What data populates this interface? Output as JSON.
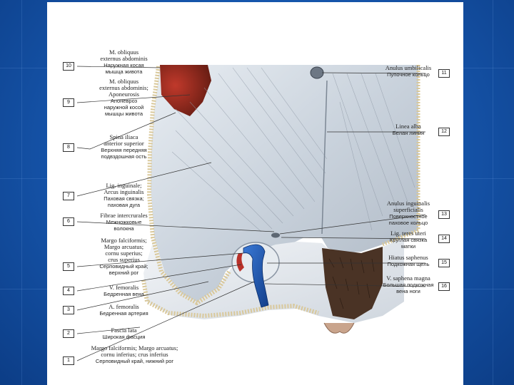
{
  "labels": [
    {
      "num": "10",
      "latin": [
        "M. obliquus",
        "externus abdominis"
      ],
      "russian": [
        "Наружная косая",
        "мышца живота"
      ]
    },
    {
      "num": "9",
      "latin": [
        "M. obliquus",
        "externus abdominis;",
        "Aponeurosis"
      ],
      "russian": [
        "Апоневроз",
        "наружной косой",
        "мышцы живота"
      ]
    },
    {
      "num": "8",
      "latin": [
        "Spina iliaca",
        "anterior superior"
      ],
      "russian": [
        "Верхняя передняя",
        "подвздошная ость"
      ]
    },
    {
      "num": "7",
      "latin": [
        "Lig. inguinale;",
        "Arcus inguinalis"
      ],
      "russian": [
        "Паховая связка;",
        "паховая дуга"
      ]
    },
    {
      "num": "6",
      "latin": [
        "Fibrae intercrurales"
      ],
      "russian": [
        "Межножковые",
        "волокна"
      ]
    },
    {
      "num": "5",
      "latin": [
        "Margo falciformis;",
        "Margo arcuatus;",
        "cornu superius;",
        "crus superius"
      ],
      "russian": [
        "Серповидный край;",
        "верхний рог"
      ]
    },
    {
      "num": "4",
      "latin": [
        "V. femoralis"
      ],
      "russian": [
        "Бедренная вена"
      ]
    },
    {
      "num": "3",
      "latin": [
        "A. femoralis"
      ],
      "russian": [
        "Бедренная артерия"
      ]
    },
    {
      "num": "2",
      "latin": [
        "Fascia lata"
      ],
      "russian": [
        "Широкая фасция"
      ]
    },
    {
      "num": "1",
      "latin": [
        "Margo falciformis; Margo arcuatus;",
        "cornu inferius; crus inferius"
      ],
      "russian": [
        "Серповидный край, нижний рог"
      ]
    },
    {
      "num": "11",
      "latin": [
        "Anulus umbilicalis"
      ],
      "russian": [
        "Пупочное кольцо"
      ]
    },
    {
      "num": "12",
      "latin": [
        "Linea alba"
      ],
      "russian": [
        "Белая линия"
      ]
    },
    {
      "num": "13",
      "latin": [
        "Anulus inguinalis",
        "superficialis"
      ],
      "russian": [
        "Поверхностное",
        "паховое кольцо"
      ]
    },
    {
      "num": "14",
      "latin": [
        "Lig. teres uteri"
      ],
      "russian": [
        "Круглая связка",
        "матки"
      ]
    },
    {
      "num": "15",
      "latin": [
        "Hiatus saphenus"
      ],
      "russian": [
        "Подкожная щель"
      ]
    },
    {
      "num": "16",
      "latin": [
        "V. saphena magna"
      ],
      "russian": [
        "Большая подкожная",
        "вена ноги"
      ]
    }
  ]
}
